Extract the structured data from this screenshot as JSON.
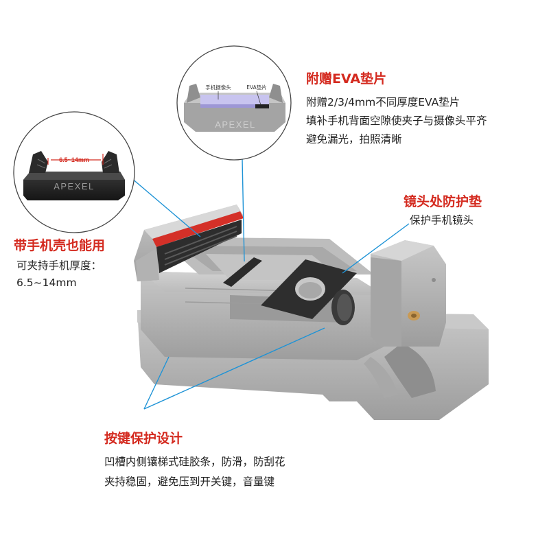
{
  "colors": {
    "highlight": "#d42a1f",
    "text": "#222222",
    "leader": "#1e93d6",
    "device": "#b4b4b4",
    "pad": "#2c2c2c"
  },
  "callouts": {
    "eva": {
      "title": "附赠EVA垫片",
      "lines": [
        "附赠2/3/4mm不同厚度EVA垫片",
        "填补手机背面空隙使夹子与摄像头平齐",
        "避免漏光，拍照清晰"
      ]
    },
    "lens_pad": {
      "title": "镜头处防护垫",
      "lines": [
        "保护手机镜头"
      ]
    },
    "case": {
      "title": "带手机壳也能用",
      "lines": [
        "可夹持手机厚度：",
        "6.5~14mm"
      ]
    },
    "button": {
      "title": "按键保护设计",
      "lines": [
        "凹槽内侧镶梯式硅胶条，防滑，防刮花",
        "夹持稳固，避免压到开关键，音量键"
      ]
    }
  },
  "insets": {
    "left": {
      "brand": "APEXEL",
      "dimension": "6.5~14mm",
      "icon": "clamp-detail-icon"
    },
    "top": {
      "brand": "APEXEL",
      "label_camera": "手机摄像头",
      "label_eva": "EVA垫片",
      "icon": "eva-detail-icon"
    }
  },
  "product_icon": "phone-clamp-icon"
}
